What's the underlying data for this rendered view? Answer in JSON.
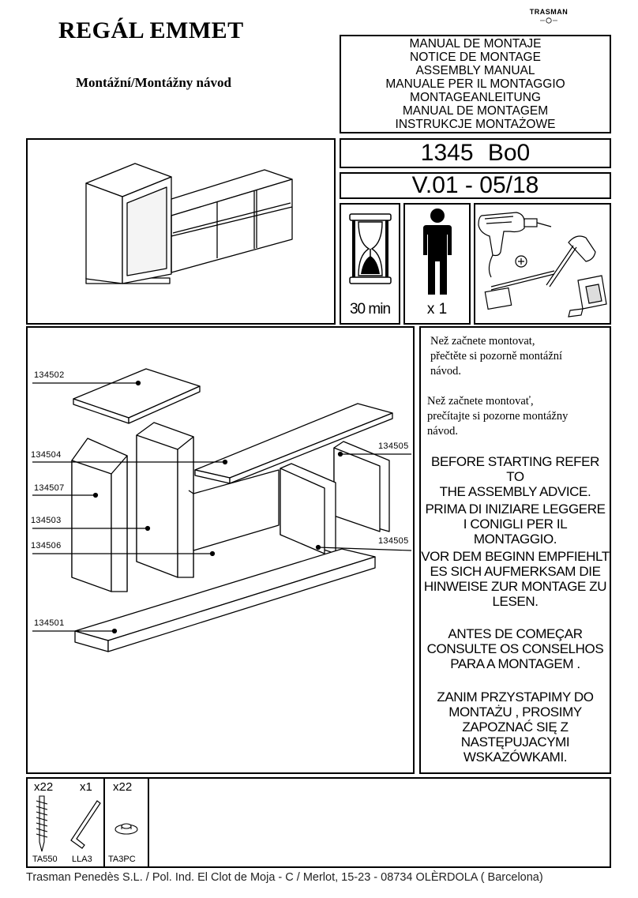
{
  "header": {
    "title": "REGÁL EMMET",
    "subtitle": "Montážní/Montážny návod",
    "brand": "TRASMAN"
  },
  "manual_titles": [
    "MANUAL DE MONTAJE",
    "NOTICE DE MONTAGE",
    "ASSEMBLY MANUAL",
    "MANUALE PER IL MONTAGGIO",
    "MONTAGEANLEITUNG",
    "MANUAL DE MONTAGEM",
    "INSTRUKCJE MONTAŻOWE"
  ],
  "product_code": "1345  Bo0",
  "version": "V.01 - 05/18",
  "assembly_time": "30 min",
  "people_count": "x 1",
  "tools": [
    "drill-icon",
    "screwdriver-icon",
    "hammer-icon",
    "tape-measure-icon"
  ],
  "parts": {
    "top_shelf": "134502",
    "left_outer": "134504",
    "left_panel": "134507",
    "center_panel": "134503",
    "lower_shelf": "134506",
    "right_side_upper": "134505",
    "right_side_lower": "134505",
    "base": "134501"
  },
  "advice": {
    "cz": [
      "Než začnete montovat,",
      "přečtěte si pozorně montážní",
      "návod."
    ],
    "sk": [
      "Než začnete montovať,",
      "prečítajte si pozorne montážny",
      "návod."
    ],
    "en": [
      "BEFORE STARTING REFER TO",
      "THE ASSEMBLY ADVICE."
    ],
    "it": [
      "PRIMA DI INIZIARE LEGGERE",
      "I CONIGLI PER IL MONTAGGIO."
    ],
    "de": [
      "VOR DEM BEGINN EMPFIEHLT",
      "ES SICH AUFMERKSAM DIE",
      "HINWEISE ZUR MONTAGE ZU",
      "LESEN."
    ],
    "pt": [
      "ANTES DE COMEÇAR",
      "CONSULTE OS CONSELHOS",
      "PARA A MONTAGEM ."
    ],
    "pl": [
      "ZANIM PRZYSTAPIMY DO",
      "MONTAŻU , PROSIMY",
      "ZAPOZNAĆ SIĘ Z",
      "NASTĘPUJACYMI",
      "WSKAZÓWKAMI."
    ]
  },
  "hardware": [
    {
      "qty": "x22",
      "code": "TA550",
      "icon": "screw-icon"
    },
    {
      "qty": "x1",
      "code": "LLA3",
      "icon": "allen-key-icon"
    },
    {
      "qty": "x22",
      "code": "TA3PC",
      "icon": "cap-icon"
    }
  ],
  "footer": "Trasman Penedès S.L. / Pol. Ind. El Clot de Moja - C / Merlot, 15-23 - 08734 OLÈRDOLA ( Barcelona)"
}
